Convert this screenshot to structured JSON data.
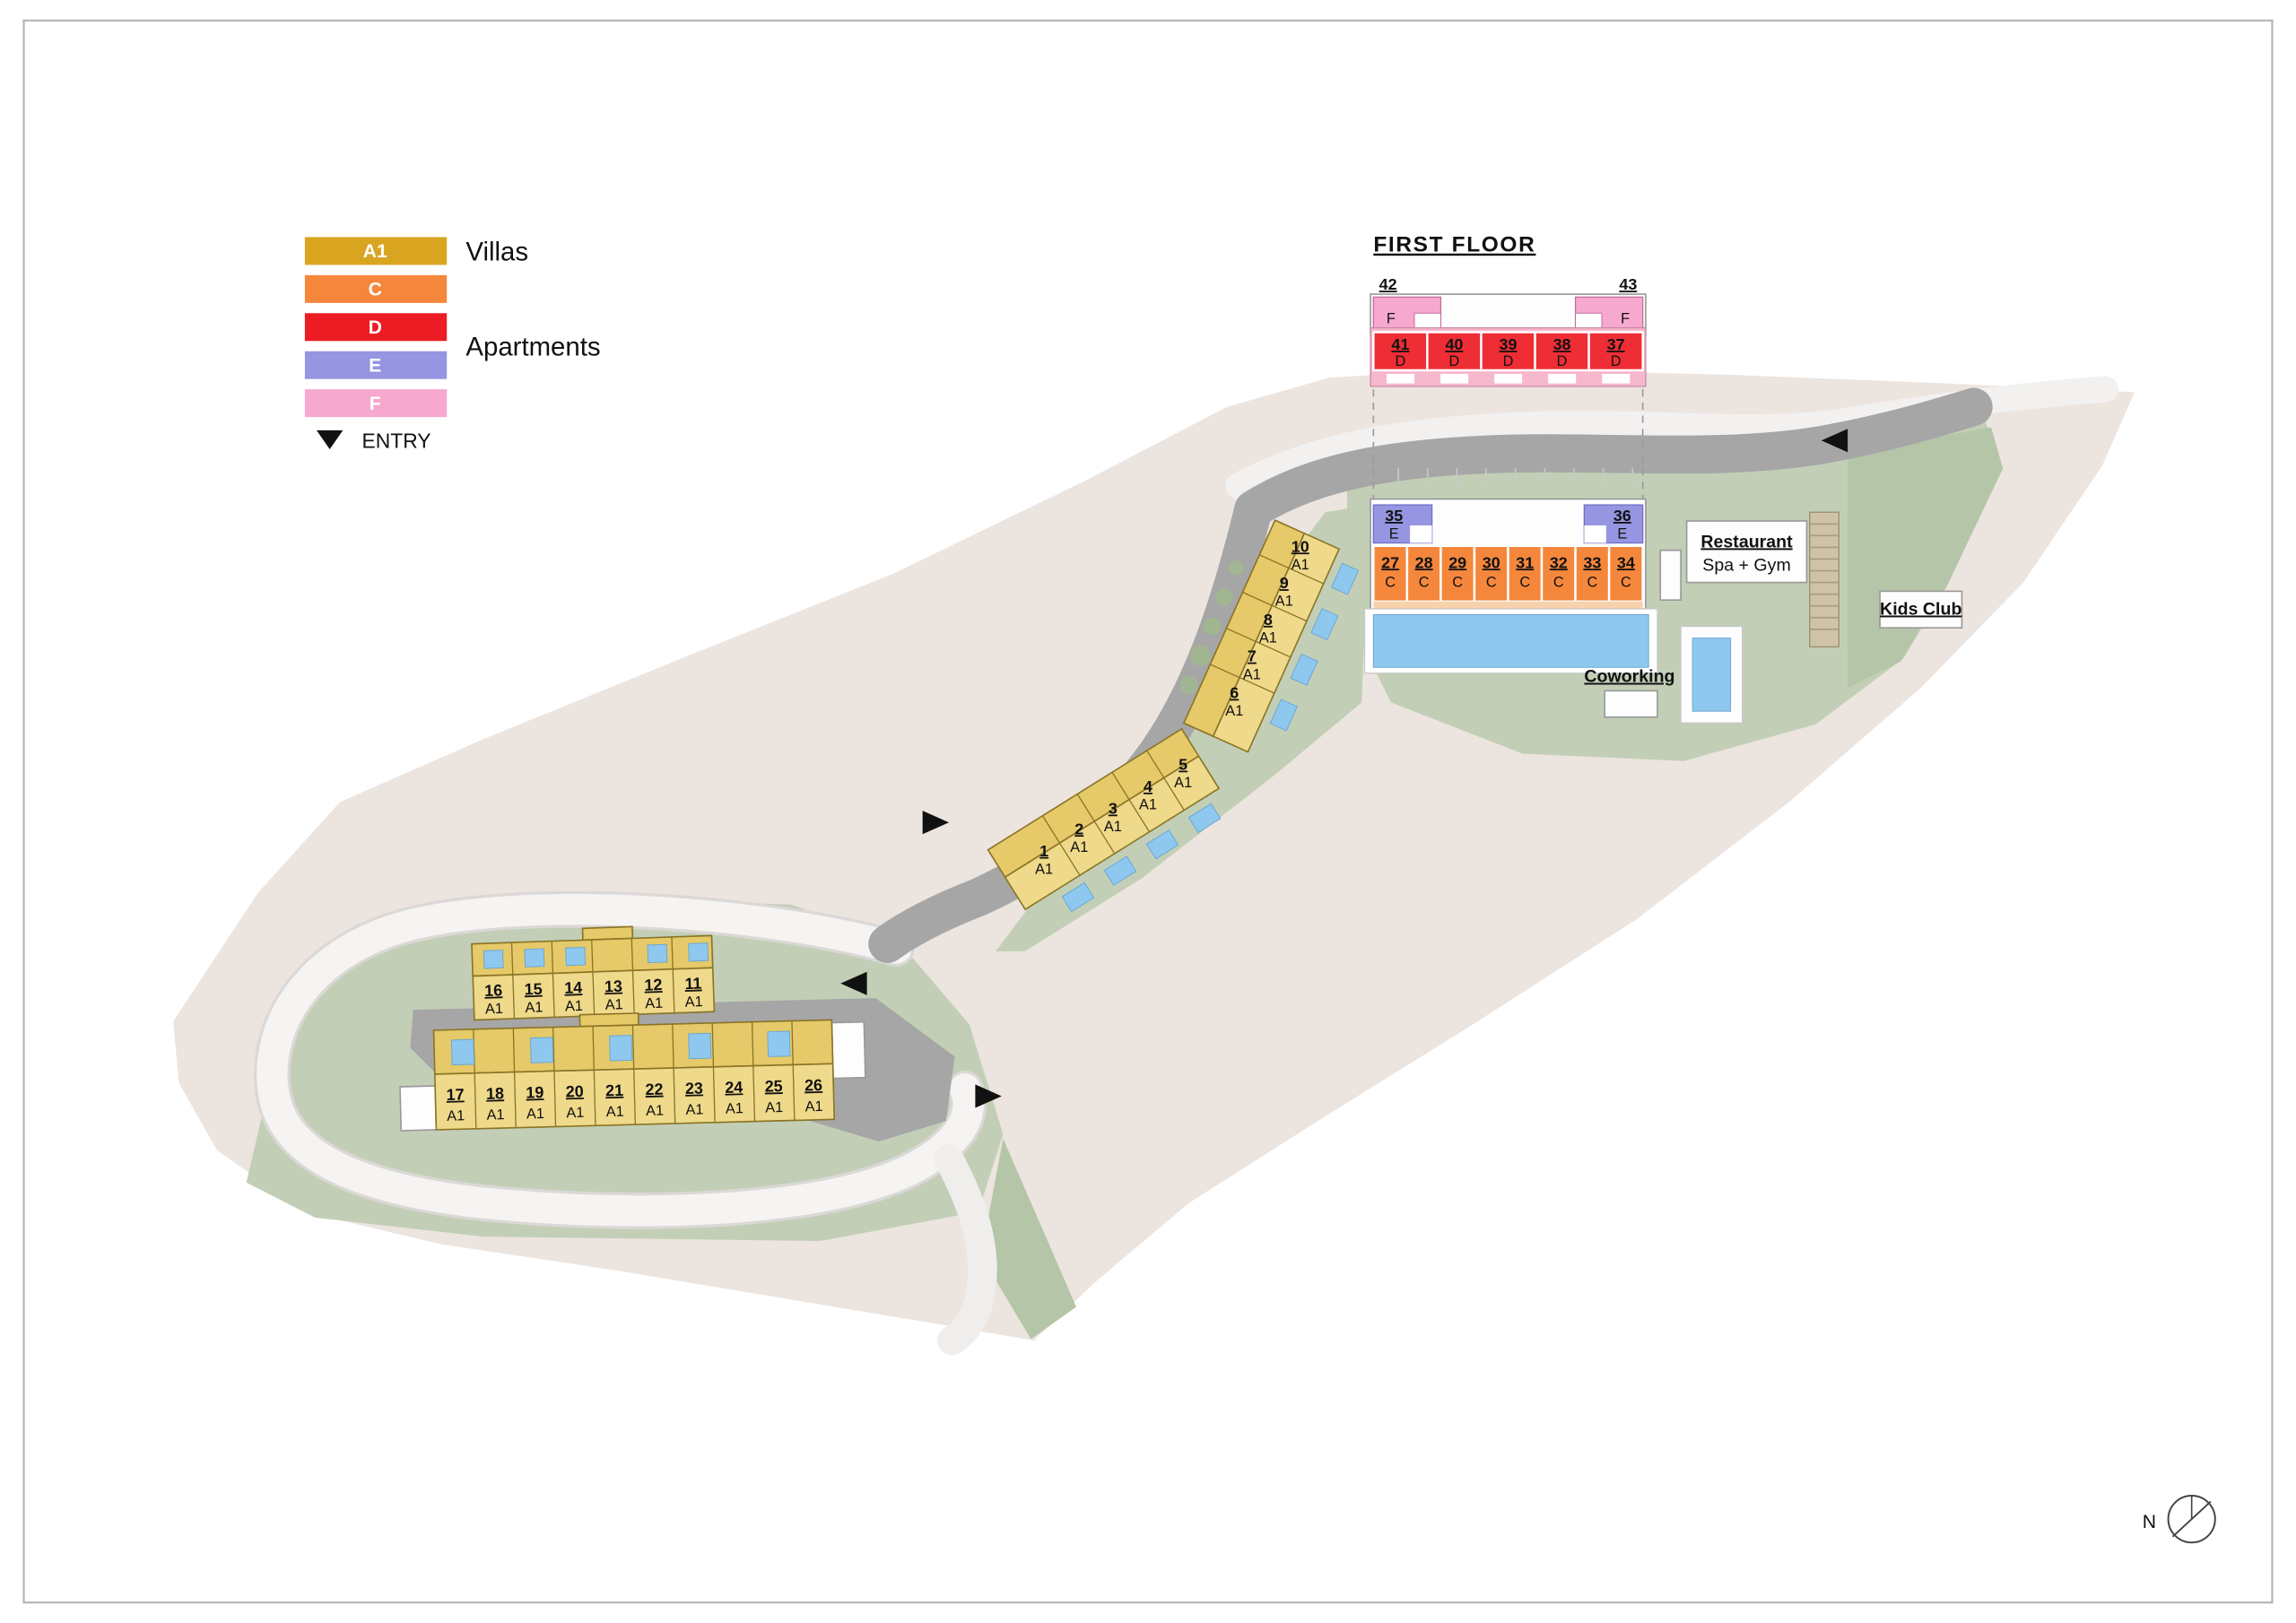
{
  "legend": {
    "items": [
      {
        "code": "A1",
        "label": "Villas"
      },
      {
        "code": "C",
        "label": ""
      },
      {
        "code": "D",
        "label": "Apartments"
      },
      {
        "code": "E",
        "label": ""
      },
      {
        "code": "F",
        "label": ""
      }
    ],
    "entry": "ENTRY"
  },
  "colors": {
    "villas": "#D9A521",
    "type_c": "#F5873C",
    "type_d": "#EC1C24",
    "type_e": "#9595E2",
    "type_f": "#F7A8CF",
    "pool": "#8FC8EE",
    "road": "#A6A6A6",
    "green": "#C2CFB6",
    "terrain": "#ECE4DF"
  },
  "first_floor": {
    "title": "FIRST FLOOR",
    "left_f": {
      "num": "42",
      "type": "F"
    },
    "right_f": {
      "num": "43",
      "type": "F"
    },
    "d_units": [
      {
        "num": "41",
        "type": "D"
      },
      {
        "num": "40",
        "type": "D"
      },
      {
        "num": "39",
        "type": "D"
      },
      {
        "num": "38",
        "type": "D"
      },
      {
        "num": "37",
        "type": "D"
      }
    ]
  },
  "ground_floor": {
    "e_units": [
      {
        "num": "35",
        "type": "E"
      },
      {
        "num": "36",
        "type": "E"
      }
    ],
    "c_units": [
      {
        "num": "27",
        "type": "C"
      },
      {
        "num": "28",
        "type": "C"
      },
      {
        "num": "29",
        "type": "C"
      },
      {
        "num": "30",
        "type": "C"
      },
      {
        "num": "31",
        "type": "C"
      },
      {
        "num": "32",
        "type": "C"
      },
      {
        "num": "33",
        "type": "C"
      },
      {
        "num": "34",
        "type": "C"
      }
    ]
  },
  "villas": {
    "row_1_5": [
      {
        "num": "1",
        "type": "A1"
      },
      {
        "num": "2",
        "type": "A1"
      },
      {
        "num": "3",
        "type": "A1"
      },
      {
        "num": "4",
        "type": "A1"
      },
      {
        "num": "5",
        "type": "A1"
      }
    ],
    "row_6_10": [
      {
        "num": "6",
        "type": "A1"
      },
      {
        "num": "7",
        "type": "A1"
      },
      {
        "num": "8",
        "type": "A1"
      },
      {
        "num": "9",
        "type": "A1"
      },
      {
        "num": "10",
        "type": "A1"
      }
    ],
    "row_11_16": [
      {
        "num": "16",
        "type": "A1"
      },
      {
        "num": "15",
        "type": "A1"
      },
      {
        "num": "14",
        "type": "A1"
      },
      {
        "num": "13",
        "type": "A1"
      },
      {
        "num": "12",
        "type": "A1"
      },
      {
        "num": "11",
        "type": "A1"
      }
    ],
    "row_17_26": [
      {
        "num": "17",
        "type": "A1"
      },
      {
        "num": "18",
        "type": "A1"
      },
      {
        "num": "19",
        "type": "A1"
      },
      {
        "num": "20",
        "type": "A1"
      },
      {
        "num": "21",
        "type": "A1"
      },
      {
        "num": "22",
        "type": "A1"
      },
      {
        "num": "23",
        "type": "A1"
      },
      {
        "num": "24",
        "type": "A1"
      },
      {
        "num": "25",
        "type": "A1"
      },
      {
        "num": "26",
        "type": "A1"
      }
    ]
  },
  "amenities": {
    "restaurant": "Restaurant",
    "spa_gym": "Spa + Gym",
    "kids_club": "Kids Club",
    "coworking": "Coworking"
  },
  "compass": {
    "label": "N"
  }
}
